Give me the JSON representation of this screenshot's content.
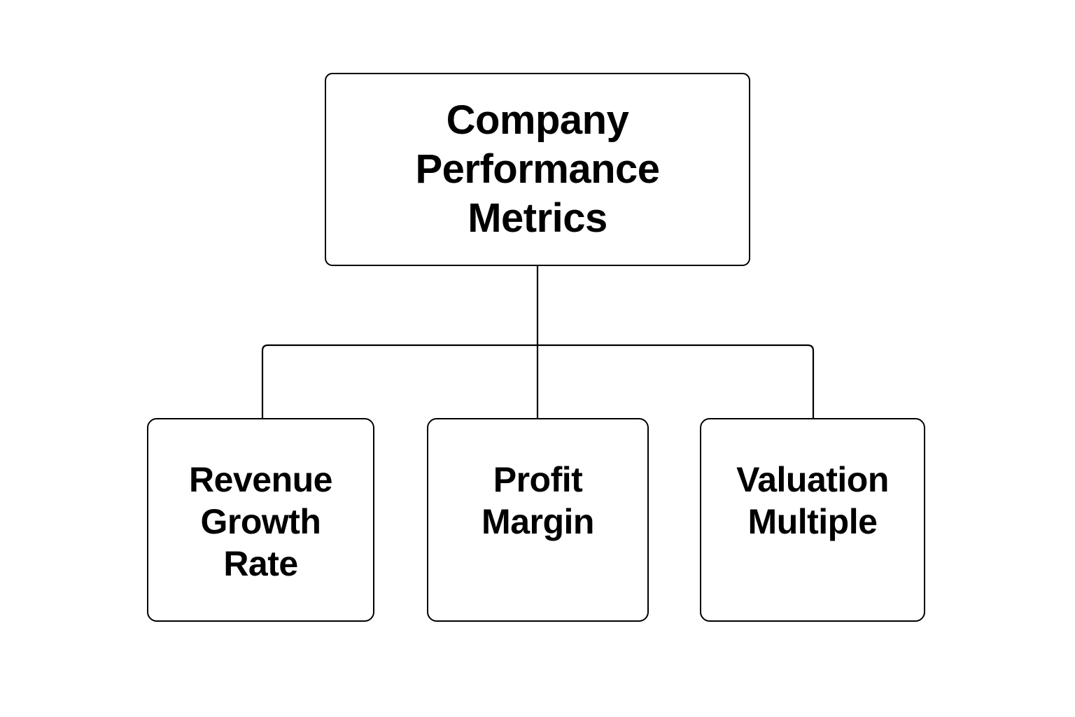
{
  "diagram": {
    "title": "Company Performance Metrics",
    "type": "hierarchy-tree",
    "orientation": "top-down",
    "background_color": "#ffffff",
    "line_color": "#000000",
    "text_color": "#000000",
    "root": {
      "label": "Company\nPerformance\nMetrics",
      "line1": "Company",
      "line2": "Performance",
      "line3": "Metrics"
    },
    "children": [
      {
        "label": "Revenue\nGrowth\nRate",
        "line1": "Revenue",
        "line2": "Growth",
        "line3": "Rate"
      },
      {
        "label": "Profit\nMargin",
        "line1": "Profit",
        "line2": "Margin"
      },
      {
        "label": "Valuation\nMultiple",
        "line1": "Valuation",
        "line2": "Multiple"
      }
    ]
  }
}
